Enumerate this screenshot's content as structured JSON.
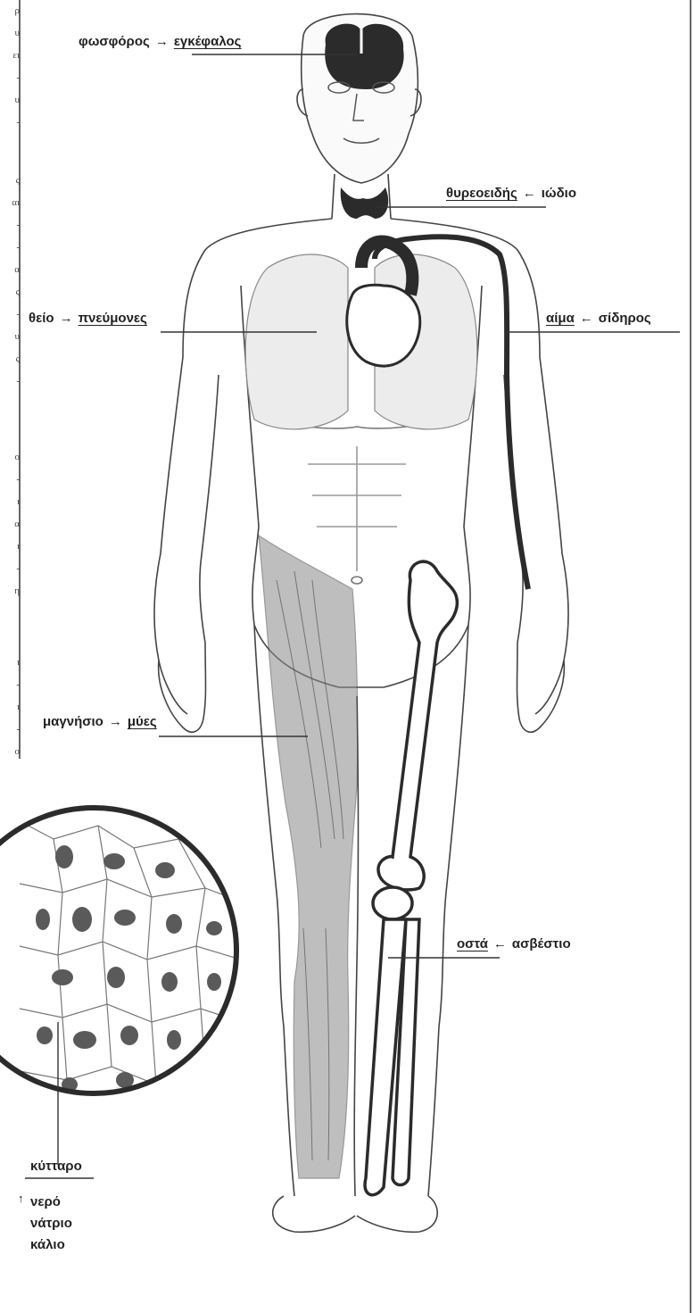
{
  "labels": {
    "brain": {
      "element": "φωσφόρος",
      "arrow": "→",
      "organ": "εγκέφαλος"
    },
    "thyroid": {
      "organ": "θυρεοειδής",
      "arrow": "←",
      "element": "ιώδιο"
    },
    "lungs": {
      "element": "θείο",
      "arrow": "→",
      "organ": "πνεύμονες"
    },
    "blood": {
      "organ": "αίμα",
      "arrow": "←",
      "element": "σίδηρος"
    },
    "muscles": {
      "element": "μαγνήσιο",
      "arrow": "→",
      "organ": "μύες"
    },
    "bones": {
      "organ": "οστά",
      "arrow": "←",
      "element": "ασβέστιο"
    },
    "cell": {
      "title": "κύτταρο",
      "arrow": "↑",
      "items": [
        "νερό",
        "νάτριο",
        "κάλιο"
      ]
    }
  },
  "margin_fragments_top": [
    "ρ",
    "υ",
    "ει",
    "-",
    "υ",
    "-"
  ],
  "margin_fragments_mid": [
    "ς",
    "αι",
    "-",
    "-",
    "α",
    "ς",
    "-",
    "υ",
    "ς",
    "-"
  ],
  "margin_fragments_low": [
    "ο",
    "-",
    "ι",
    "α",
    "ι",
    "-",
    "η"
  ],
  "margin_fragments_bottom": [
    "ι",
    "-",
    "ι",
    "-",
    "ο"
  ],
  "colors": {
    "ink": "#222222",
    "organ_fill": "#2b2b2b",
    "lung_fill": "#ececec",
    "muscle_fill": "#8a8a8a",
    "nucleus": "#5a5a5a"
  }
}
